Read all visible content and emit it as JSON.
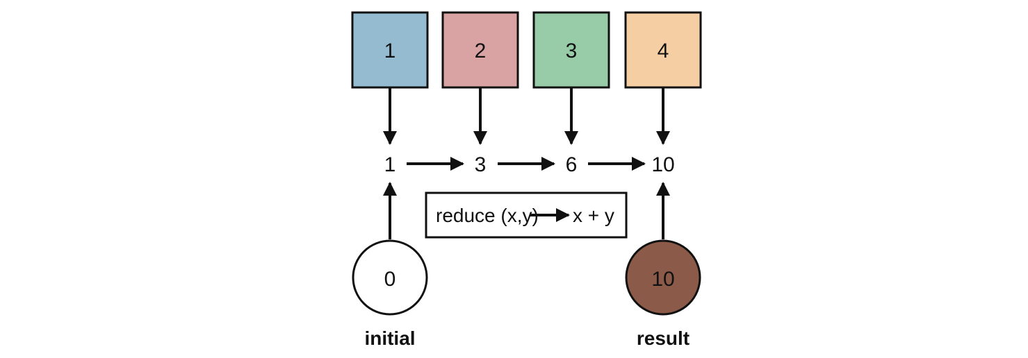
{
  "diagram": {
    "input_items": [
      {
        "label": "1",
        "color": "#95bbd1"
      },
      {
        "label": "2",
        "color": "#d9a2a3"
      },
      {
        "label": "3",
        "color": "#98cba8"
      },
      {
        "label": "4",
        "color": "#f5cfa3"
      }
    ],
    "accumulators": [
      "1",
      "3",
      "6",
      "10"
    ],
    "formula": {
      "left": "reduce (x,y)",
      "right": "x + y"
    },
    "initial": {
      "value": "0",
      "caption": "initial",
      "color": "#ffffff"
    },
    "result": {
      "value": "10",
      "caption": "result",
      "color": "#8b5a48"
    }
  }
}
